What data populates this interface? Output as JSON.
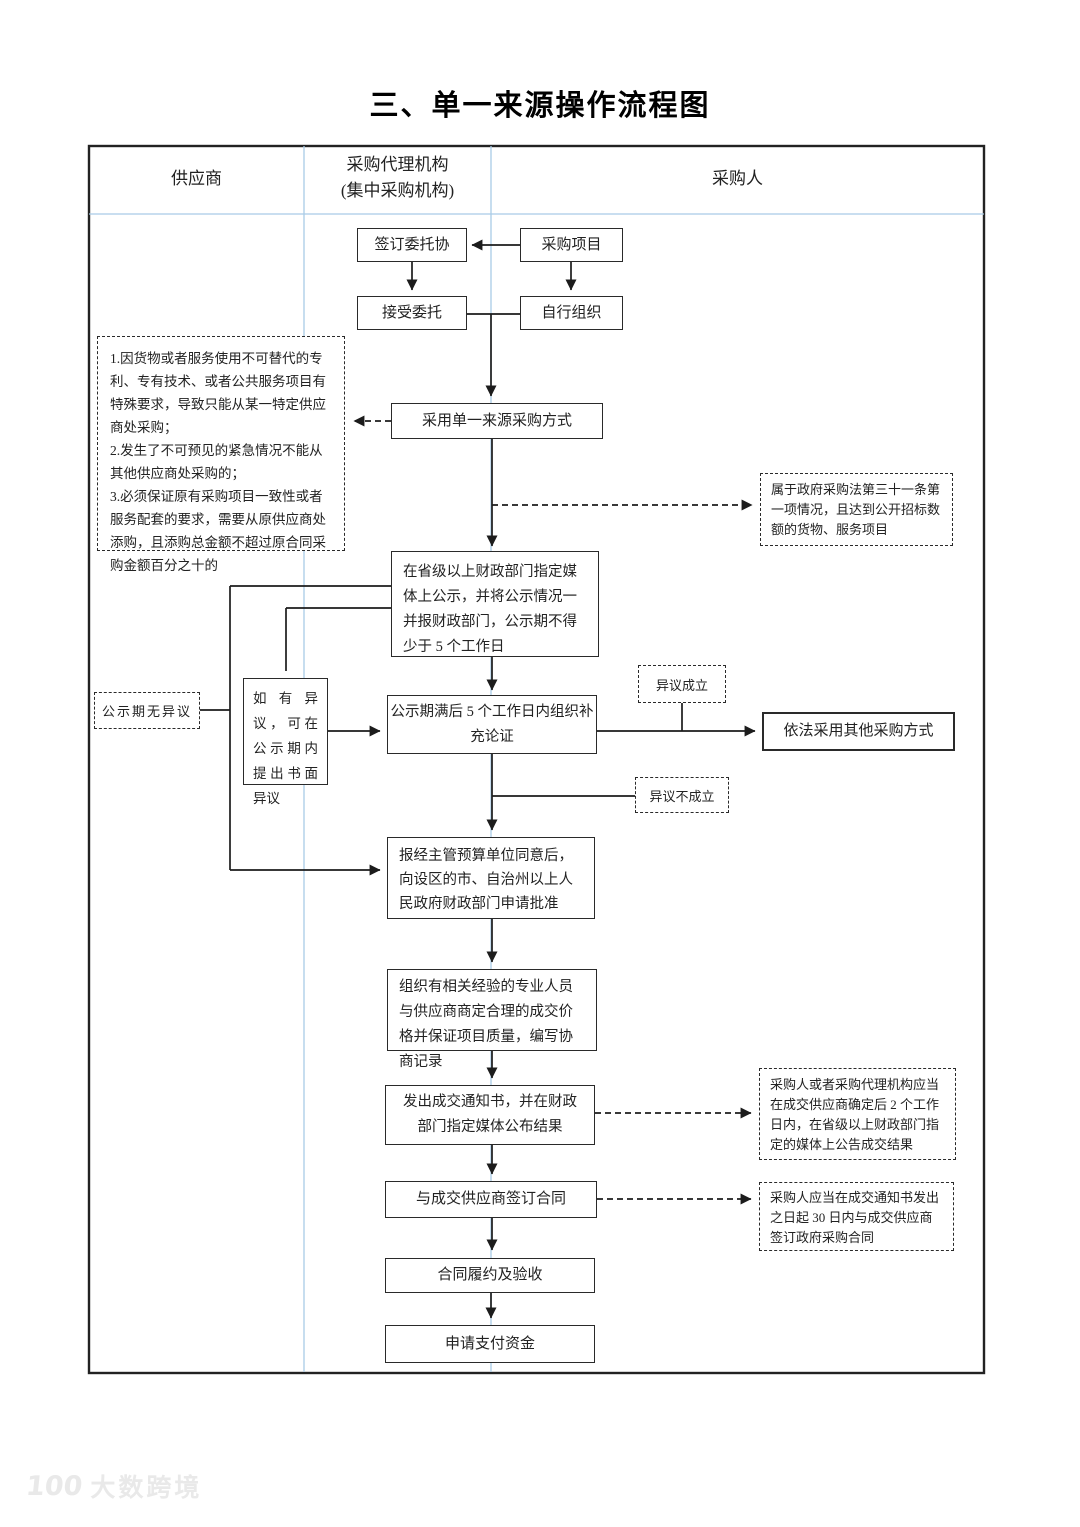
{
  "title": "三、单一来源操作流程图",
  "lanes": {
    "supplier": "供应商",
    "agency": "采购代理机构",
    "agency_sub": "(集中采购机构)",
    "purchaser": "采购人"
  },
  "nodes": {
    "sign_agreement": "签订委托协",
    "procurement_project": "采购项目",
    "accept_entrustment": "接受委托",
    "self_organize": "自行组织",
    "single_source_method": "采用单一来源采购方式",
    "publicity": "在省级以上财政部门指定媒体上公示，并将公示情况一并报财政部门，公示期不得少于 5 个工作日",
    "objection_submit": "如有异议，可在公示期内提出书面异议",
    "supplementary_demonstration": "公示期满后 5 个工作日内组织补充论证",
    "other_procurement_method": "依法采用其他采购方式",
    "apply_approval": "报经主管预算单位同意后，向设区的市、自治州以上人民政府财政部门申请批准",
    "negotiate_price": "组织有相关经验的专业人员与供应商商定合理的成交价格并保证项目质量，编写协商记录",
    "issue_award_notice": "发出成交通知书，并在财政部门指定媒体公布结果",
    "sign_contract": "与成交供应商签订合同",
    "contract_acceptance": "合同履约及验收",
    "apply_payment": "申请支付资金"
  },
  "labels": {
    "no_objection": "公示期无异议",
    "objection_valid": "异议成立",
    "objection_invalid": "异议不成立"
  },
  "annotations": {
    "single_source_reasons": [
      "1.因货物或者服务使用不可替代的专利、专有技术、或者公共服务项目有特殊要求，导致只能从某一特定供应商处采购；",
      "2.发生了不可预见的紧急情况不能从其他供应商处采购的；",
      "3.必须保证原有采购项目一致性或者服务配套的要求，需要从原供应商处添购，且添购总金额不超过原合同采购金额百分之十的"
    ],
    "law_article31": "属于政府采购法第三十一条第一项情况，且达到公开招标数额的货物、服务项目",
    "announce_within_2_days": "采购人或者采购代理机构应当在成交供应商确定后 2 个工作日内，在省级以上财政部门指定的媒体上公告成交结果",
    "sign_within_30_days": "采购人应当在成交通知书发出之日起 30 日内与成交供应商签订政府采购合同"
  },
  "watermark": {
    "logo": "100",
    "text": "大数跨境"
  },
  "colors": {
    "line": "#2a2a2a",
    "lane_line": "#a9cbe6"
  }
}
